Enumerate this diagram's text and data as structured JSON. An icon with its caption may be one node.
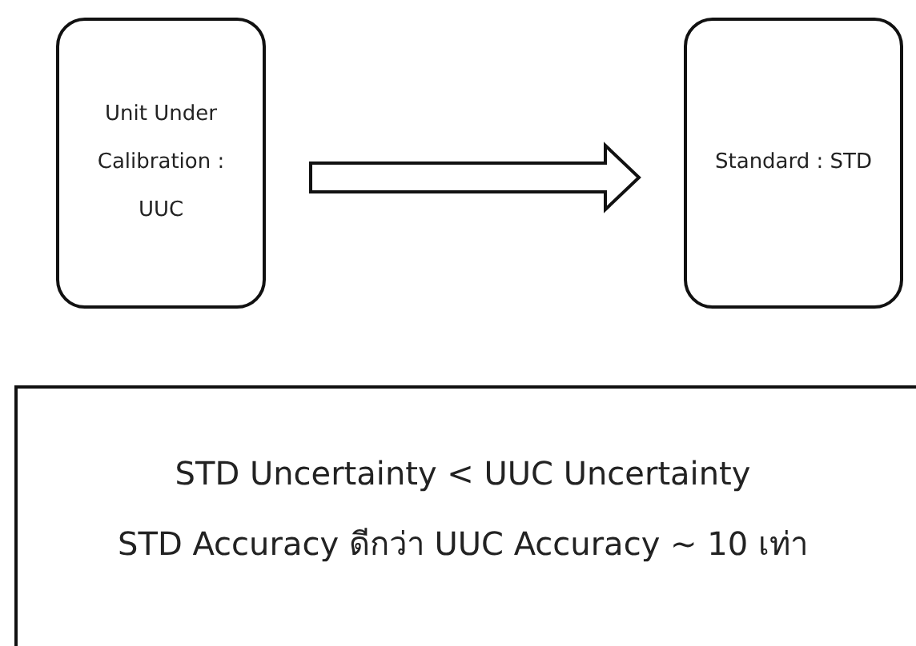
{
  "diagram": {
    "nodes": [
      {
        "text": [
          "Unit Under Calibration : UUC"
        ]
      },
      {
        "text": [
          "Standard : STD"
        ]
      },
      {
        "text": [
          "STD Uncertainty < UUC Uncertainty",
          "STD Accuracy ดีกว่า UUC Accuracy ~ 10 เท่า"
        ]
      }
    ],
    "edges": [
      {
        "from": 0,
        "to": 1,
        "arrow": "to"
      }
    ]
  }
}
